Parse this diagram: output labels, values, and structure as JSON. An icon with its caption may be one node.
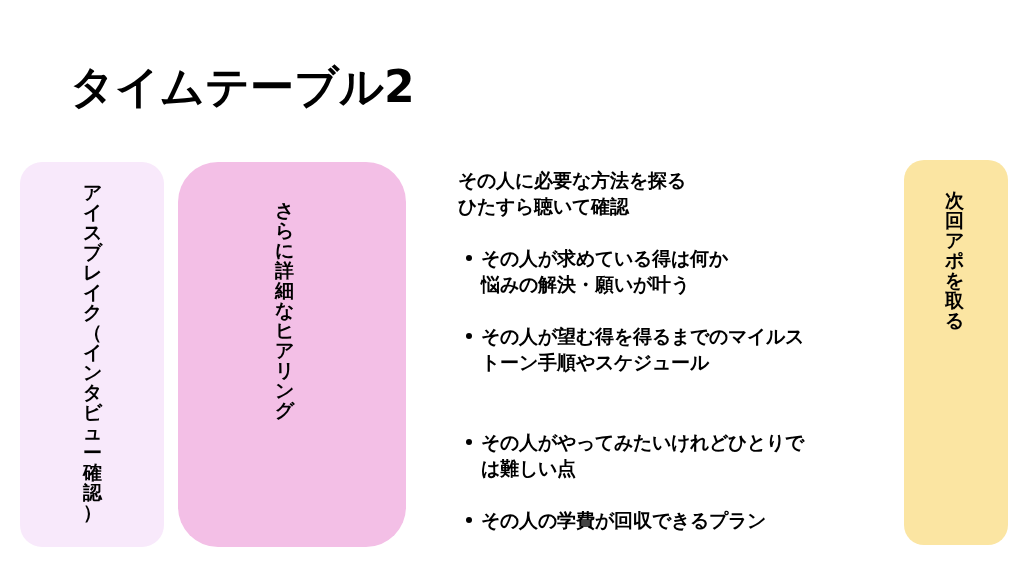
{
  "diagram": {
    "title": "タイムテーブル2",
    "nodes": [
      {
        "text": [
          "アイスブレイク（インタビュー確認）"
        ]
      },
      {
        "text": [
          "さらに詳細なヒアリング"
        ]
      },
      {
        "text": [
          "次回アポを取る"
        ]
      }
    ],
    "edges": [],
    "labels": [
      "その人に必要な方法を探るひたすら聴いて確認",
      "その人が求めている得は何か悩みの解決・願いが叶う",
      "その人が望む得を得るまでのマイルストーン手順やスケジュール",
      "その人がやってみたいけれどひとりでは難しい点",
      "その人の学費が回収できるプラン"
    ]
  }
}
